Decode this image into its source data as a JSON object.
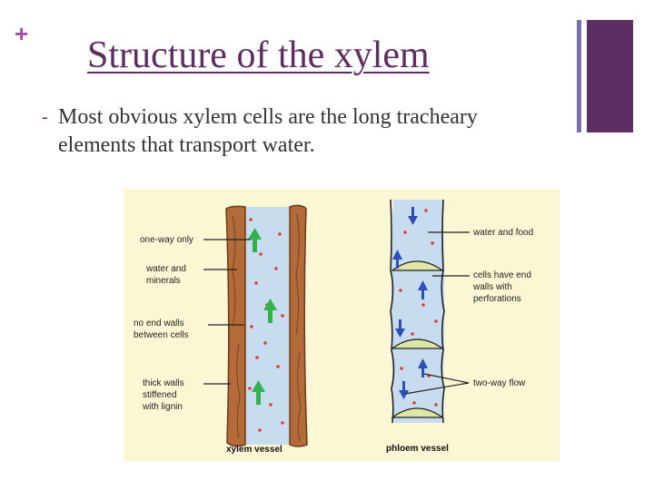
{
  "slide": {
    "bullet_marker": "+",
    "title": "Structure of the xylem",
    "bullet_dash": "-",
    "bullet_text": "Most obvious xylem cells are the long tracheary elements that transport water."
  },
  "figure": {
    "xylem_labels": {
      "one_way": "one-way only",
      "water_minerals_1": "water and",
      "water_minerals_2": "minerals",
      "no_end_walls_1": "no end walls",
      "no_end_walls_2": "between cells",
      "thick_walls_1": "thick walls",
      "thick_walls_2": "stiffened",
      "thick_walls_3": "with lignin",
      "caption": "xylem vessel"
    },
    "phloem_labels": {
      "water_food": "water and food",
      "cells_end_1": "cells have end",
      "cells_end_2": "walls with",
      "cells_end_3": "perforations",
      "two_way": "two-way flow",
      "caption": "phloem vessel"
    },
    "colors": {
      "background": "#fbf7d4",
      "wall": "#b36b3a",
      "lumen": "#c7dcee",
      "arrow_up": "#2fb34a",
      "arrow_phloem": "#2c4fb8",
      "dot": "#e33a3a"
    }
  }
}
